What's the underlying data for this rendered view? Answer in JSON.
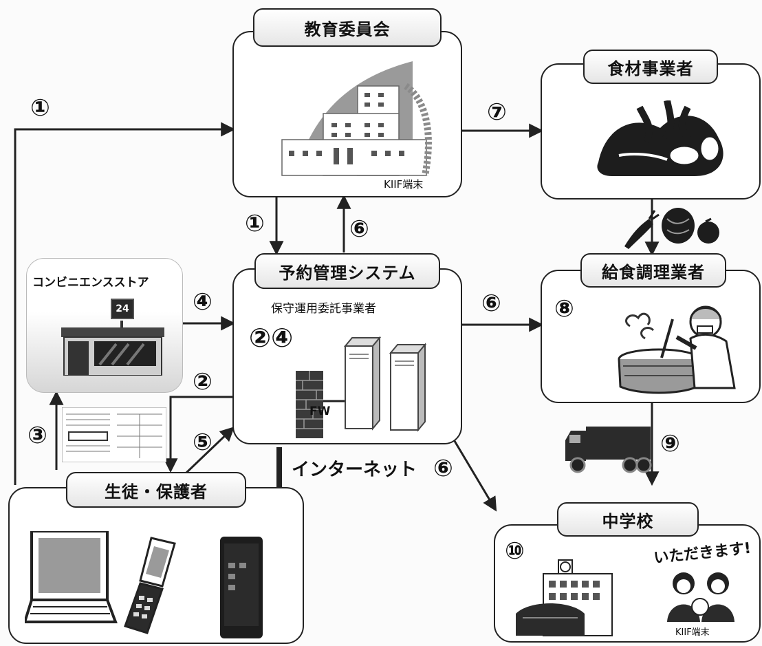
{
  "nodes": {
    "board": {
      "label": "教育委員会",
      "tag": "KIIF端末"
    },
    "supplier": {
      "label": "食材事業者"
    },
    "system": {
      "label": "予約管理システム",
      "sublabel": "保守運用委託事業者",
      "steps": "②④",
      "fw_label": "FW"
    },
    "konbini": {
      "label": "コンビニエンスストア",
      "sign": "24"
    },
    "cook": {
      "label": "給食調理業者",
      "step": "⑧"
    },
    "school": {
      "label": "中学校",
      "step": "⑩",
      "speech": "いただきます!",
      "tag": "KIIF端末"
    },
    "students": {
      "label": "生徒・保護者"
    }
  },
  "internet_label": "インターネット",
  "flow_numbers": {
    "top_left": "①",
    "board_to_system": "①",
    "system_to_board": "⑥",
    "board_to_supplier": "⑦",
    "konbini_to_system": "④",
    "system_to_students": "②",
    "students_to_konbini": "③",
    "students_to_system": "⑤",
    "system_to_cook": "⑥",
    "system_to_school": "⑥",
    "cook_to_school": "⑨"
  },
  "colors": {
    "line": "#222222",
    "fill_gray": "#9a9a9a",
    "dark": "#1d1d1d"
  }
}
